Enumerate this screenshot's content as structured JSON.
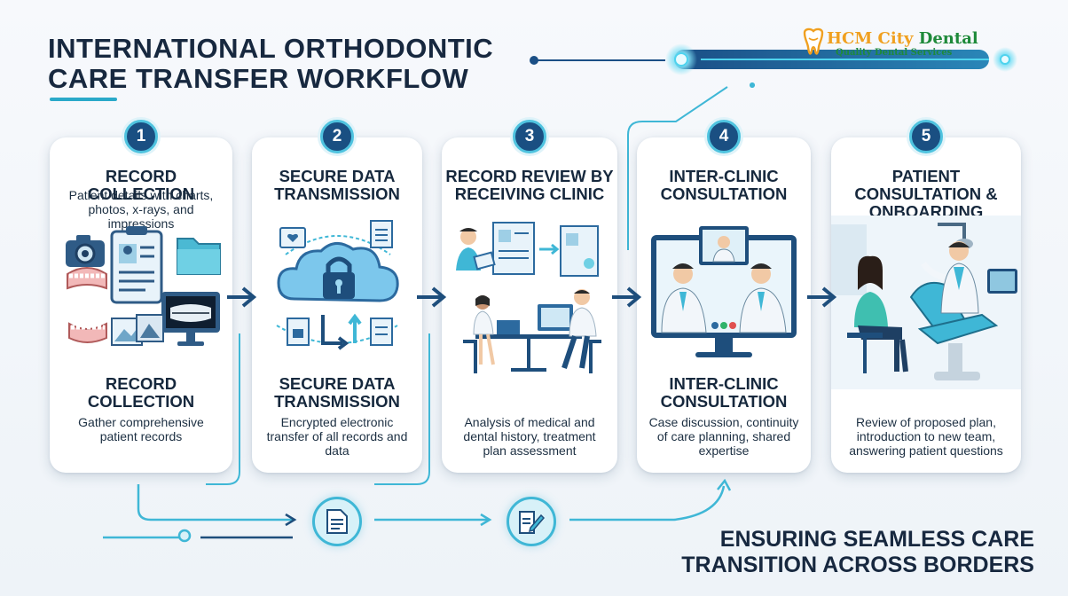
{
  "header": {
    "title_line1": "INTERNATIONAL ORTHODONTIC",
    "title_line2": "CARE TRANSFER WORKFLOW"
  },
  "brand": {
    "name_prefix": "HCM City",
    "name_suffix": " Dental",
    "tagline": "Quality Dental Services"
  },
  "steps": [
    {
      "number": "1",
      "title": "RECORD COLLECTION",
      "subtitle": "Patient details with charts, photos, x-rays, and impressions",
      "title2": "RECORD COLLECTION",
      "description": "Gather comprehensive patient records"
    },
    {
      "number": "2",
      "title": "SECURE DATA TRANSMISSION",
      "subtitle": "",
      "title2": "SECURE DATA TRANSMISSION",
      "description": "Encrypted electronic transfer of all records and data"
    },
    {
      "number": "3",
      "title": "RECORD REVIEW BY RECEIVING CLINIC",
      "subtitle": "",
      "title2": "",
      "description": "Analysis of medical and dental history, treatment plan assessment"
    },
    {
      "number": "4",
      "title": "INTER-CLINIC CONSULTATION",
      "subtitle": "",
      "title2": "INTER-CLINIC CONSULTATION",
      "description": "Case discussion, continuity of care planning, shared expertise"
    },
    {
      "number": "5",
      "title": "PATIENT CONSULTATION & ONBOARDING",
      "subtitle": "",
      "title2": "",
      "description": "Review of proposed plan, introduction to new team, answering patient questions"
    }
  ],
  "footer": {
    "line1": "ENSURING SEAMLESS CARE",
    "line2": "TRANSITION ACROSS BORDERS"
  },
  "colors": {
    "navy": "#1a4f82",
    "accent": "#3fb7d6",
    "title": "#17283f",
    "brand_green": "#1e8a3a",
    "brand_orange": "#f0a020"
  },
  "icons": [
    "tooth-logo-icon",
    "camera-icon",
    "clipboard-icon",
    "folder-icon",
    "teeth-mold-icon",
    "xray-monitor-icon",
    "cloud-lock-icon",
    "document-icon",
    "dentist-team-icon",
    "video-call-icon",
    "dental-chair-icon",
    "document-flow-icon",
    "edit-document-icon"
  ]
}
